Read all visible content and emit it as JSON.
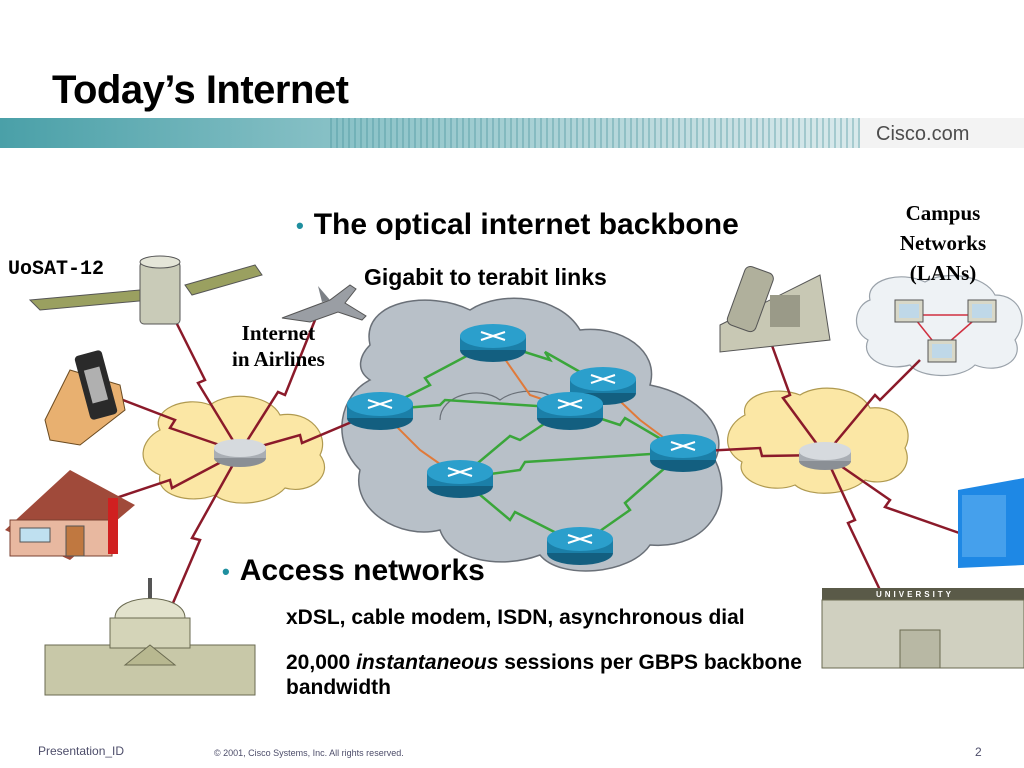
{
  "slide": {
    "title": "Today’s Internet",
    "brand": "Cisco.com"
  },
  "bullets": [
    {
      "heading": "The optical internet backbone",
      "sub": [
        "Gigabit to terabit links"
      ]
    },
    {
      "heading": "Access networks",
      "sub": [
        "xDSL, cable modem, ISDN, asynchronous dial"
      ],
      "sub2_pre": "20,000 ",
      "sub2_em": "instantaneous",
      "sub2_post": " sessions per GBPS backbone bandwidth"
    }
  ],
  "labels": {
    "satellite": "UoSAT-12",
    "airlines_line1": "Internet",
    "airlines_line2": "in Airlines",
    "campus_line1": "Campus",
    "campus_line2": "Networks",
    "campus_line3": "(LANs)",
    "university": "UNIVERSITY"
  },
  "footer": {
    "left": "Presentation_ID",
    "middle": "© 2001, Cisco Systems, Inc. All rights reserved.",
    "page": "2"
  },
  "colors": {
    "accent_teal": "#1f8f9f",
    "cloud_gray": "#b8c0c8",
    "cloud_yellow": "#fbe7a5",
    "router_blue": "#1b7fa8",
    "link_green": "#3aa63a",
    "link_red": "#8b1a2a",
    "link_orange": "#e07a3a"
  },
  "icons": [
    "satellite-icon",
    "airplane-icon",
    "cellphone-icon",
    "house-icon",
    "capitol-icon",
    "telephone-icon",
    "office-building-icon",
    "university-icon",
    "router-icon",
    "pc-icon"
  ]
}
